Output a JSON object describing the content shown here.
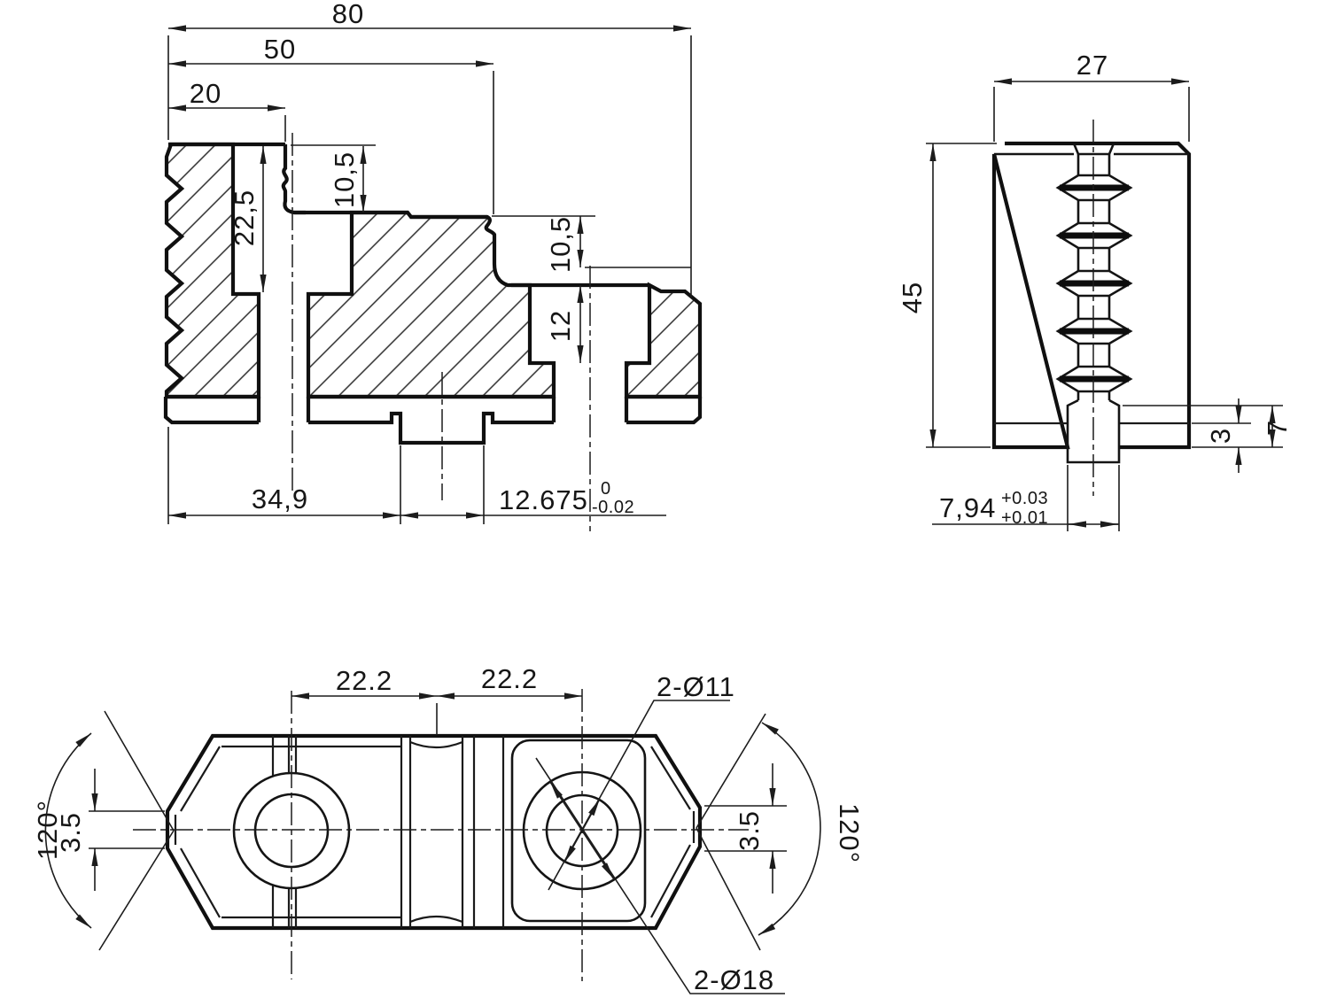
{
  "drawing_title": "chuck-jaw-three-view-drawing",
  "section": {
    "d80": "80",
    "d50": "50",
    "d20": "20",
    "d10_5_upper": "10,5",
    "d22_5": "22,5",
    "d10_5_lower": "10,5",
    "d12": "12",
    "d34_9": "34,9",
    "d12_675": "12.675",
    "d12_675_tol_upper": "0",
    "d12_675_tol_lower": "-0.02"
  },
  "end": {
    "d27": "27",
    "d45": "45",
    "d7": "7",
    "d3": "3",
    "d7_94": "7,94",
    "d7_94_tol_upper": "+0.03",
    "d7_94_tol_lower": "+0.01"
  },
  "plan": {
    "d22_2_left": "22.2",
    "d22_2_right": "22.2",
    "hole_small_label": "2-Ø11",
    "hole_large_label": "2-Ø18",
    "d120_left": "120°",
    "d120_right": "120°",
    "d3_5_left": "3.5",
    "d3_5_right": "3.5"
  }
}
